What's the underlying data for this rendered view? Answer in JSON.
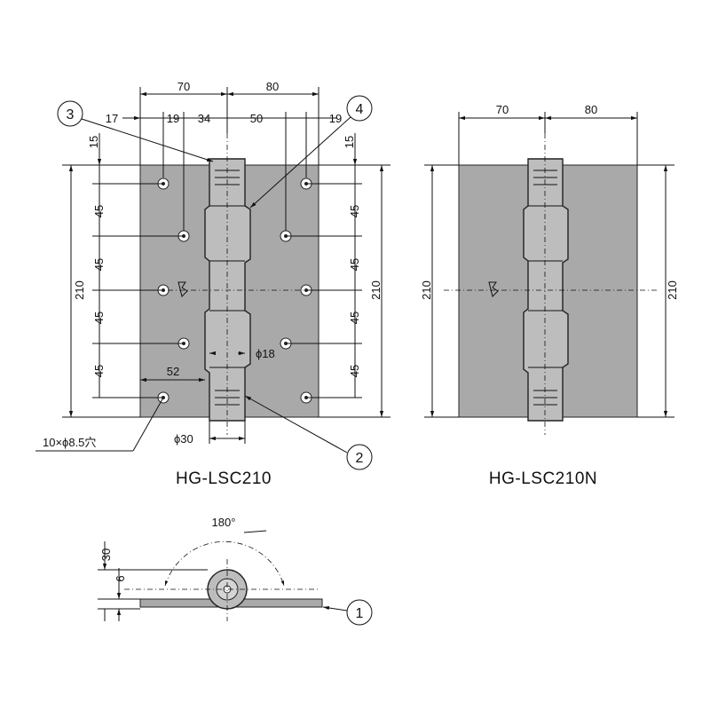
{
  "models": {
    "left": "HG-LSC210",
    "right": "HG-LSC210N"
  },
  "dimensions": {
    "width_left": "70",
    "width_right": "80",
    "hole_x1": "17",
    "hole_x2": "19",
    "hole_x3": "34",
    "hole_x4": "50",
    "hole_x5": "19",
    "top_offset_left": "15",
    "top_offset_right": "15",
    "pitch": "45",
    "height": "210",
    "hole_spacing": "52",
    "pin_diameter": "ϕ18",
    "knuckle_diameter": "ϕ30",
    "holes": "10×ϕ8.5穴",
    "rotation": "180°",
    "side_height": "30",
    "plate_thickness": "6"
  },
  "callouts": [
    "1",
    "2",
    "3",
    "4"
  ]
}
